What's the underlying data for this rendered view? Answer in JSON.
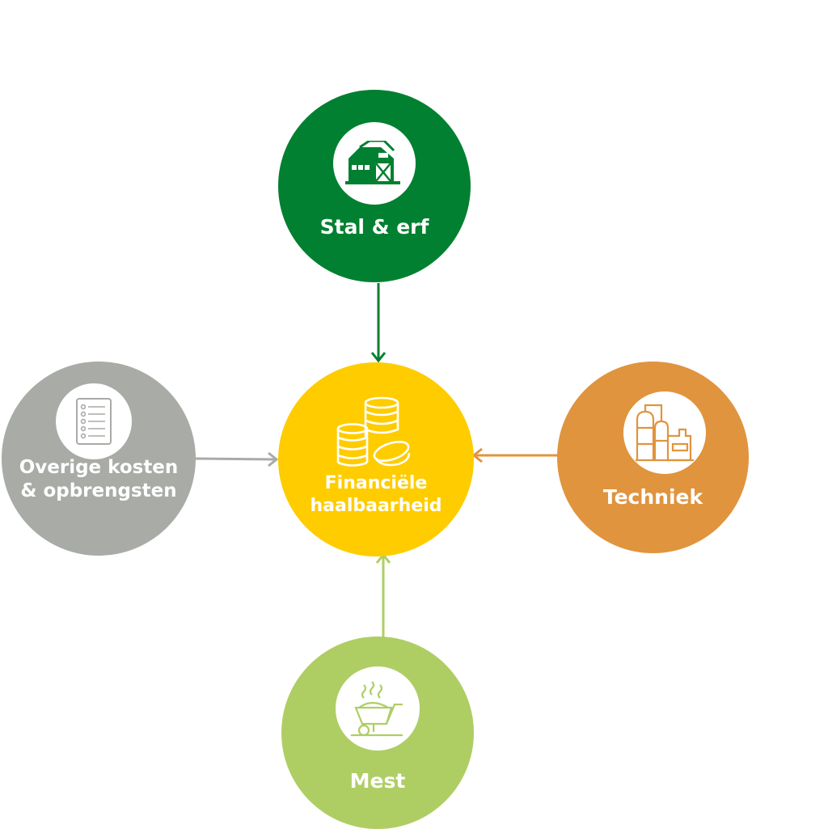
{
  "center": {
    "label_line1": "Financiële",
    "label_line2": "haalbaarheid",
    "icon": "coins-icon",
    "color": "#FFCC00"
  },
  "nodes": {
    "stal": {
      "label": "Stal & erf",
      "icon": "barn-icon",
      "color": "#008030"
    },
    "overige": {
      "label_line1": "Overige kosten",
      "label_line2": "& opbrengsten",
      "icon": "checklist-icon",
      "color": "#A8ABA6"
    },
    "techniek": {
      "label": "Techniek",
      "icon": "factory-icon",
      "color": "#E0943E"
    },
    "mest": {
      "label": "Mest",
      "icon": "wheelbarrow-icon",
      "color": "#AECE64"
    }
  }
}
